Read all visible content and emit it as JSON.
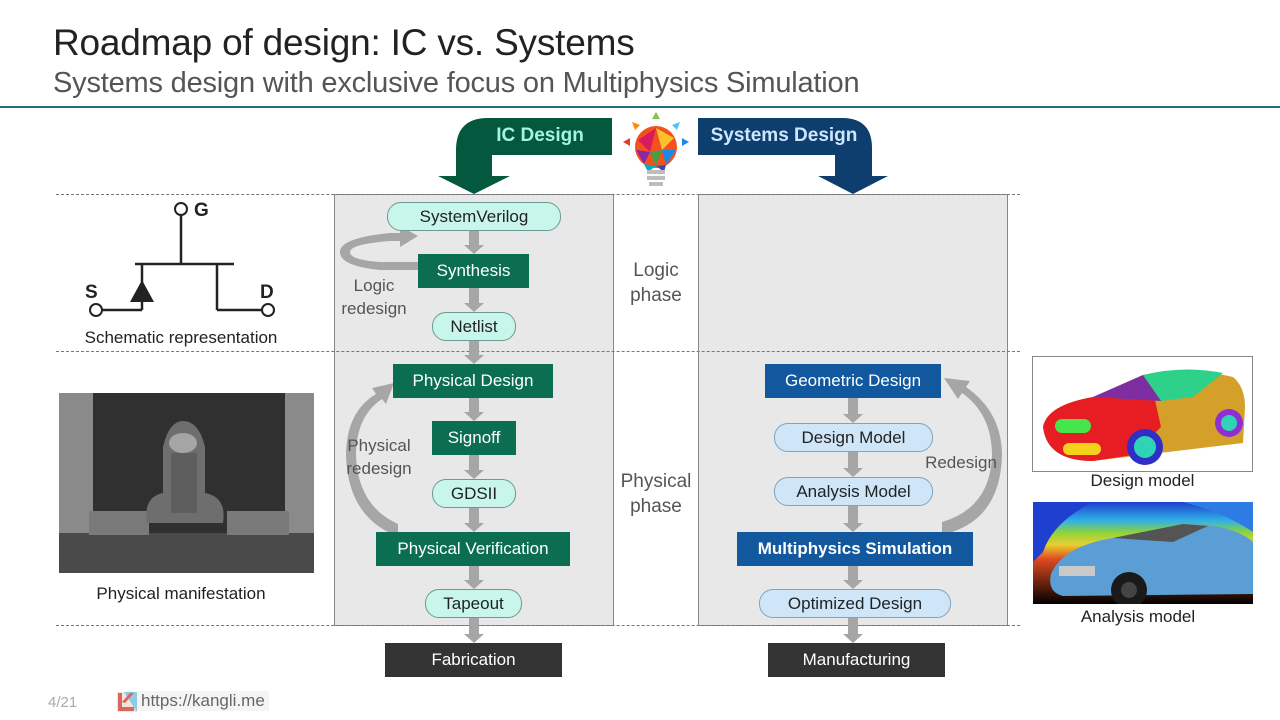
{
  "header": {
    "title": "Roadmap of design: IC vs. Systems",
    "subtitle": "Systems design with exclusive focus on Multiphysics Simulation"
  },
  "colors": {
    "ic_green": "#0b6e50",
    "ic_arrow": "#04583d",
    "ic_pill": "#c8f6ea",
    "sys_blue": "#11589e",
    "sys_arrow": "#0e3e6e",
    "sys_pill": "#cfe6f9",
    "dark_box": "#333333",
    "accent_rule": "#1f6f7c",
    "arrow_gray": "#a6a6a6"
  },
  "banners": {
    "ic_design": "IC Design",
    "systems_design": "Systems Design",
    "center_icon": "lightbulb-icon"
  },
  "phases": {
    "logic": [
      "Logic",
      "phase"
    ],
    "physical": [
      "Physical",
      "phase"
    ]
  },
  "ic_flow": {
    "nodes": [
      {
        "label": "SystemVerilog",
        "shape": "pill"
      },
      {
        "label": "Synthesis",
        "shape": "rect"
      },
      {
        "label": "Netlist",
        "shape": "pill"
      },
      {
        "label": "Physical Design",
        "shape": "rect"
      },
      {
        "label": "Signoff",
        "shape": "rect"
      },
      {
        "label": "GDSII",
        "shape": "pill"
      },
      {
        "label": "Physical Verification",
        "shape": "rect"
      },
      {
        "label": "Tapeout",
        "shape": "pill"
      }
    ],
    "output": "Fabrication",
    "loops": {
      "logic": [
        "Logic",
        "redesign"
      ],
      "physical": [
        "Physical",
        "redesign"
      ]
    }
  },
  "systems_flow": {
    "nodes": [
      {
        "label": "Geometric Design",
        "shape": "rect"
      },
      {
        "label": "Design Model",
        "shape": "pill"
      },
      {
        "label": "Analysis Model",
        "shape": "pill"
      },
      {
        "label": "Multiphysics Simulation",
        "shape": "rect",
        "emphasis": true
      },
      {
        "label": "Optimized Design",
        "shape": "pill"
      }
    ],
    "output": "Manufacturing",
    "loop": "Redesign"
  },
  "left_side": {
    "schematic_caption": "Schematic representation",
    "terminals": {
      "gate": "G",
      "source": "S",
      "drain": "D"
    },
    "photo_caption": "Physical manifestation"
  },
  "right_side": {
    "design_model_caption": "Design model",
    "analysis_model_caption": "Analysis model"
  },
  "footer": {
    "page": "4/21",
    "url": "https://kangli.me",
    "logo_icon": "kl-logo-icon"
  }
}
